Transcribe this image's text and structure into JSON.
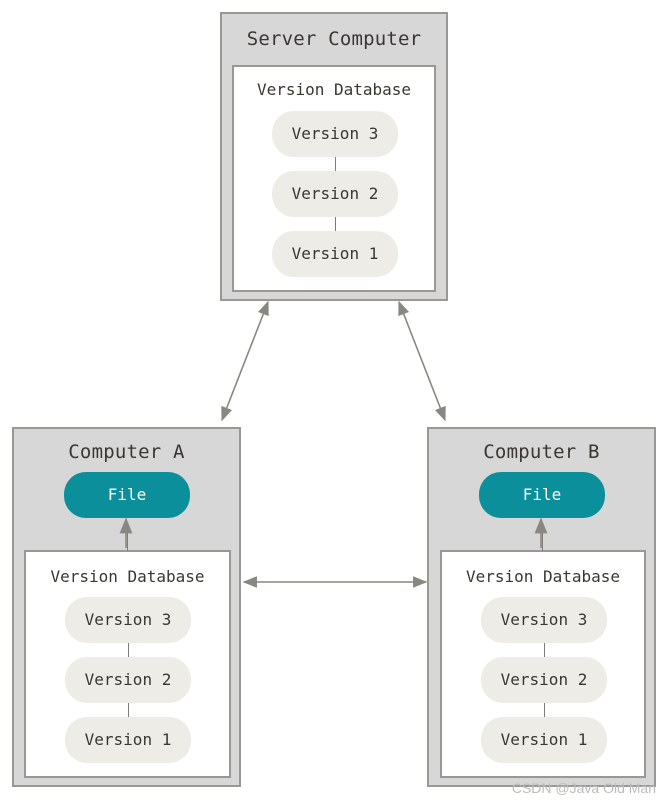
{
  "colors": {
    "outer_fill": "#d7d7d7",
    "outer_border": "#9a9893",
    "version_pill": "#eeece6",
    "file_pill": "#0b8f9a",
    "arrow": "#8a8780"
  },
  "server": {
    "title": "Server Computer",
    "db_title": "Version Database",
    "versions": [
      "Version 3",
      "Version 2",
      "Version 1"
    ]
  },
  "computer_a": {
    "title": "Computer A",
    "file_label": "File",
    "db_title": "Version Database",
    "versions": [
      "Version 3",
      "Version 2",
      "Version 1"
    ]
  },
  "computer_b": {
    "title": "Computer B",
    "file_label": "File",
    "db_title": "Version Database",
    "versions": [
      "Version 3",
      "Version 2",
      "Version 1"
    ]
  },
  "watermark": "CSDN @Java Old Man"
}
